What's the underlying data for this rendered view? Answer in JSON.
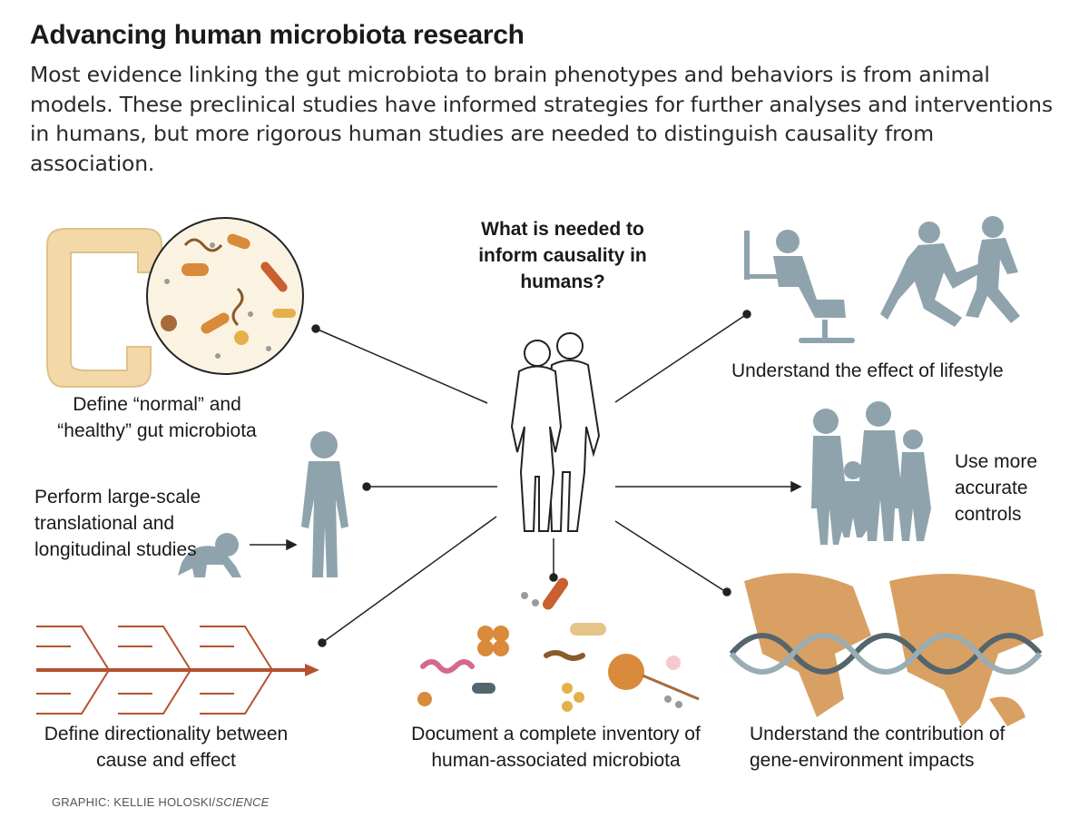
{
  "header": {
    "title": "Advancing human microbiota research",
    "description": "Most evidence linking the gut microbiota to brain phenotypes and behaviors is from animal models. These preclinical studies have informed strategies for further analyses and interventions in humans, but more rigorous human studies are needed to distinguish causality from association."
  },
  "center": {
    "question": "What is needed to inform causality in humans?"
  },
  "labels": {
    "normal": "Define “normal” and “healthy” gut microbiota",
    "lifestyle": "Understand the effect of lifestyle",
    "largescale": "Perform large-scale translational and longitudinal studies",
    "controls": "Use more accurate controls",
    "directionality": "Define directionality between cause and effect",
    "inventory": "Document a complete inventory of human-associated microbiota",
    "gene_env": "Understand the contribution of gene-environment impacts"
  },
  "credit": {
    "prefix": "GRAPHIC: KELLIE HOLOSKI/",
    "source": "SCIENCE"
  },
  "colors": {
    "silhouette": "#8fa3ad",
    "colon": "#f3d9a8",
    "map": "#d9a063",
    "dna_dark": "#55656d",
    "dna_light": "#9aacb4",
    "arrow_red": "#b5522f",
    "bacteria_orange": "#d98a3a"
  }
}
